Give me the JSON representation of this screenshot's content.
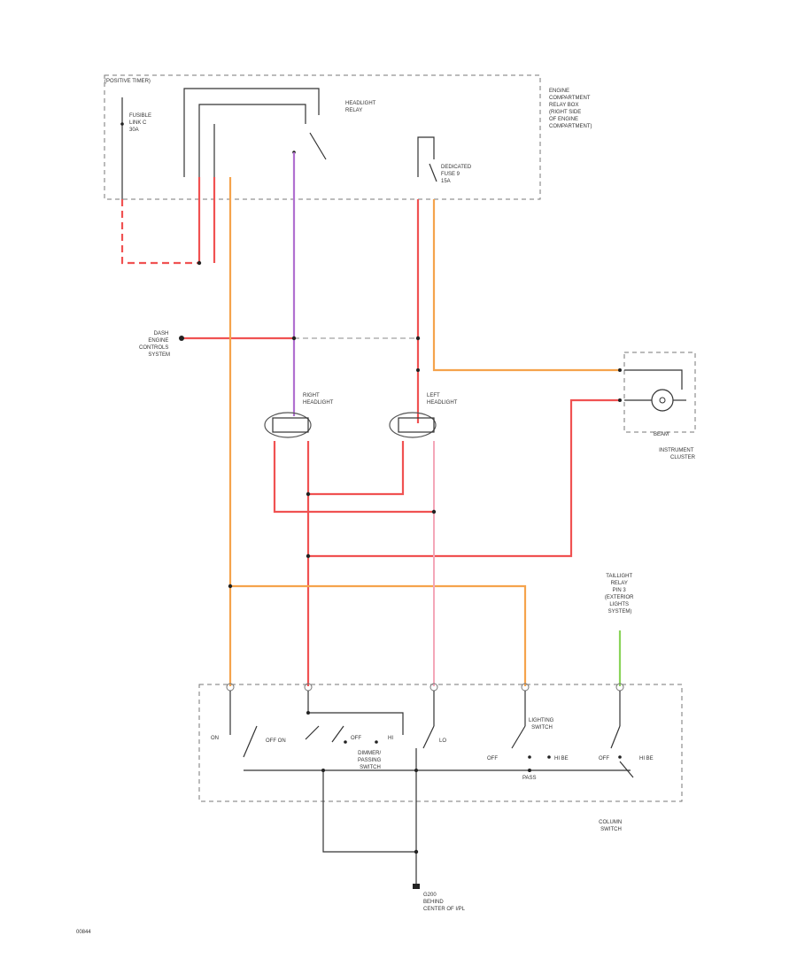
{
  "diagram": {
    "top_left_label": "(POSITIVE TIMER)",
    "fusible_link": [
      "FUSIBLE",
      "LINK C",
      "30A"
    ],
    "headlight_relay": [
      "HEADLIGHT",
      "RELAY"
    ],
    "engine_box": [
      "ENGINE",
      "COMPARTMENT",
      "RELAY BOX",
      "(RIGHT SIDE",
      "OF ENGINE",
      "COMPARTMENT)"
    ],
    "dedicated_fuse": [
      "DEDICATED",
      "FUSE 9",
      "15A"
    ],
    "engine_controls": [
      "DASH",
      "ENGINE",
      "CONTROLS",
      "SYSTEM"
    ],
    "right_headlight": [
      "RIGHT",
      "HEADLIGHT"
    ],
    "left_headlight": [
      "LEFT",
      "HEADLIGHT"
    ],
    "instrument_cluster": [
      "INSTRUMENT",
      "CLUSTER"
    ],
    "beam_label": "BEAM",
    "taillight_relay": [
      "TAILLIGHT",
      "RELAY",
      "PIN 3",
      "(EXTERIOR",
      "LIGHTS",
      "SYSTEM)"
    ],
    "dimmer_switch": [
      "DIMMER/",
      "PASSING",
      "SWITCH"
    ],
    "lighting_switch": [
      "LIGHTING",
      "SWITCH"
    ],
    "column_switch": [
      "COLUMN",
      "SWITCH"
    ],
    "ground": [
      "G200",
      "BEHIND",
      "CENTER OF I/PL"
    ],
    "switch_labels": {
      "on": "ON",
      "off_on": "OFF ON",
      "off": "OFF",
      "hi": "HI",
      "lo": "LO",
      "off2": "OFF",
      "hi_beam": "HI BE",
      "off3": "OFF",
      "hi_beam2": "HI BE",
      "pass": "PASS"
    },
    "figure_id": "00844",
    "wire_colors": {
      "red": "#f05252",
      "orange": "#f5a34c",
      "purple": "#b070d0",
      "pink": "#f4a7b9",
      "green": "#8ad45a",
      "black": "#333333"
    }
  }
}
